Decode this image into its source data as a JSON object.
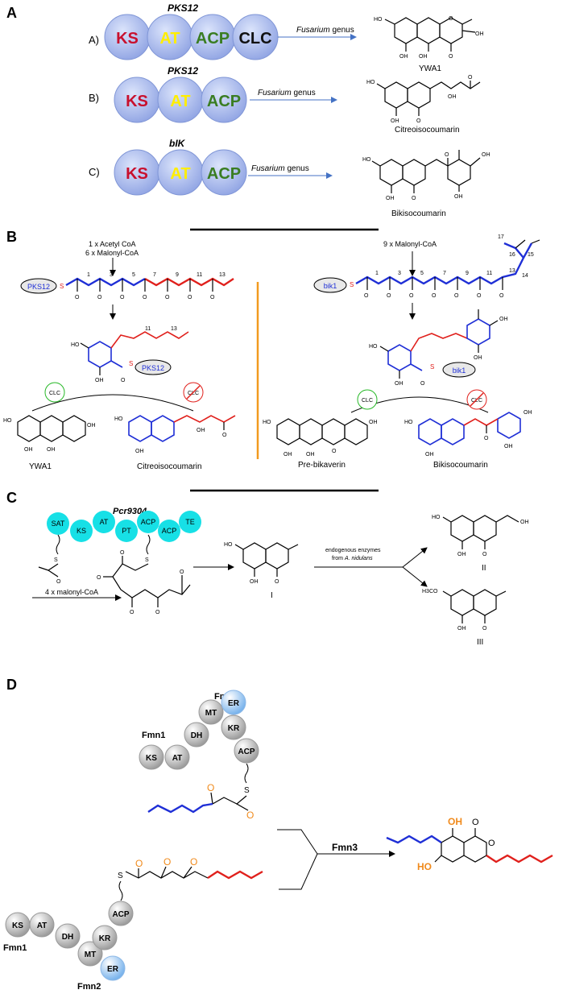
{
  "panels": {
    "a": {
      "letter": "A",
      "rows": [
        {
          "row_label": "A)",
          "enzyme": "PKS12",
          "domains": [
            "KS",
            "AT",
            "ACP",
            "CLC"
          ],
          "arrow_label_italic": "Fusarium",
          "arrow_label_rest": " genus",
          "product": "YWA1"
        },
        {
          "row_label": "B)",
          "enzyme": "PKS12",
          "domains": [
            "KS",
            "AT",
            "ACP"
          ],
          "arrow_label_italic": "Fusarium",
          "arrow_label_rest": " genus",
          "product": "Citreoisocoumarin"
        },
        {
          "row_label": "C)",
          "enzyme": "bIK",
          "domains": [
            "KS",
            "AT",
            "ACP"
          ],
          "arrow_label_italic": "Fusarium",
          "arrow_label_rest": " genus",
          "product": "Bikisocoumarin"
        }
      ],
      "domain_colors": {
        "KS": "#c8102e",
        "AT": "#ffee00",
        "ACP": "#3a7d22",
        "CLC": "#111111"
      }
    },
    "b": {
      "letter": "B",
      "left_starter_1": "1 x Acetyl CoA",
      "left_starter_2": "6 x Malonyl-CoA",
      "left_enzyme": "PKS12",
      "right_starter": "9 x Malonyl-CoA",
      "right_enzyme": "bik1",
      "clc": "CLC",
      "sulfur": "S",
      "hydroxyl": "HO",
      "oh": "OH",
      "oxygen": "O",
      "numbers_left": [
        "1",
        "3",
        "5",
        "7",
        "9",
        "11",
        "13"
      ],
      "numbers_right": [
        "1",
        "3",
        "5",
        "7",
        "9",
        "11",
        "13",
        "14",
        "15",
        "16",
        "17"
      ],
      "products": [
        "YWA1",
        "Citreoisocoumarin",
        "Pre-bikaverin",
        "Bikisocoumarin"
      ]
    },
    "c": {
      "letter": "C",
      "enzyme": "Pcr9304",
      "domains": [
        "SAT",
        "KS",
        "AT",
        "PT",
        "ACP",
        "ACP",
        "TE"
      ],
      "domain_color": "#17e0e6",
      "extender": "4 x malonyl-CoA",
      "condition_1": "endogenous enzymes",
      "condition_2_prefix": "from ",
      "condition_2_italic": "A. nidulans",
      "compounds": [
        "I",
        "II",
        "III"
      ],
      "methoxy": "H3CO"
    },
    "d": {
      "letter": "D",
      "top_enzyme_1": "Fmn1",
      "top_enzyme_2": "Fmn2",
      "top_domains": [
        "KS",
        "AT",
        "DH",
        "MT",
        "ER",
        "KR",
        "ACP"
      ],
      "bottom_enzyme_1": "Fmn1",
      "bottom_enzyme_2": "Fmn2",
      "bottom_domains": [
        "KS",
        "AT",
        "DH",
        "MT",
        "ER",
        "KR",
        "ACP"
      ],
      "cyclase": "Fmn3",
      "grey": "#bdbdbd",
      "er_color": "#a9cdf0",
      "orange": "#f08a1c"
    }
  }
}
